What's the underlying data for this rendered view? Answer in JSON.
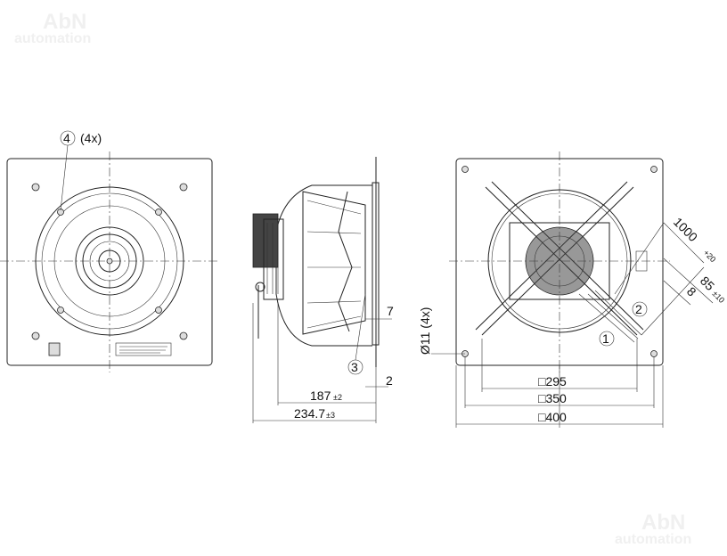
{
  "watermark": {
    "brand": "AbN",
    "sub": "automation"
  },
  "front_view": {
    "callout_number": "4",
    "callout_qty": "(4x)"
  },
  "side_view": {
    "callout_number": "3",
    "dim_7": "7",
    "dim_2": "2",
    "dim_187": "187",
    "tol_187": "±2",
    "dim_234": "234.7",
    "tol_234": "±3"
  },
  "rear_view": {
    "hole_dim": "Ø11 (4x)",
    "dim_295": "□295",
    "dim_350": "□350",
    "dim_400": "□400",
    "cable_length": "1000",
    "cable_tol": "+20",
    "strip_length": "85",
    "strip_tol": "±10",
    "wire_strip": "8",
    "callout_1": "1",
    "callout_2": "2"
  }
}
